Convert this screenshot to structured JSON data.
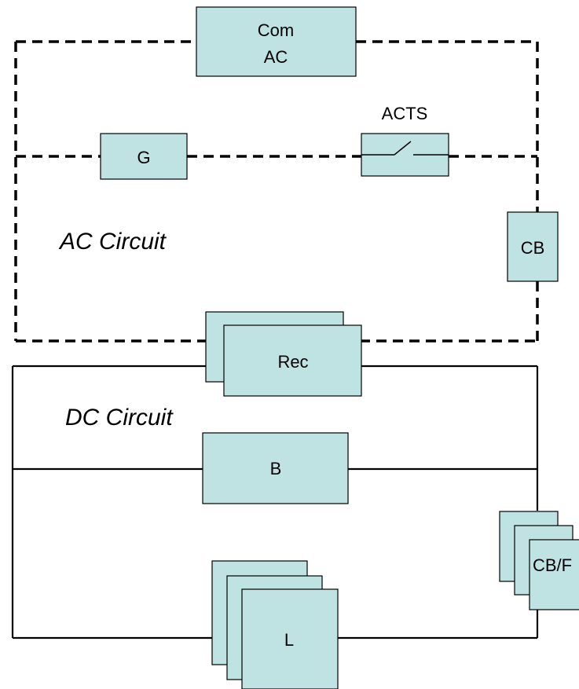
{
  "blocks": {
    "com_ac": {
      "line1": "Com",
      "line2": "AC"
    },
    "generator": "G",
    "acts": "ACTS",
    "circuit_breaker": "CB",
    "rectifier": "Rec",
    "battery": "B",
    "load": "L",
    "cb_fuse": "CB/F"
  },
  "regions": {
    "ac": "AC Circuit",
    "dc": "DC Circuit"
  },
  "colors": {
    "block_fill": "#bfe2e2",
    "line": "#000000",
    "background": "#ffffff"
  }
}
